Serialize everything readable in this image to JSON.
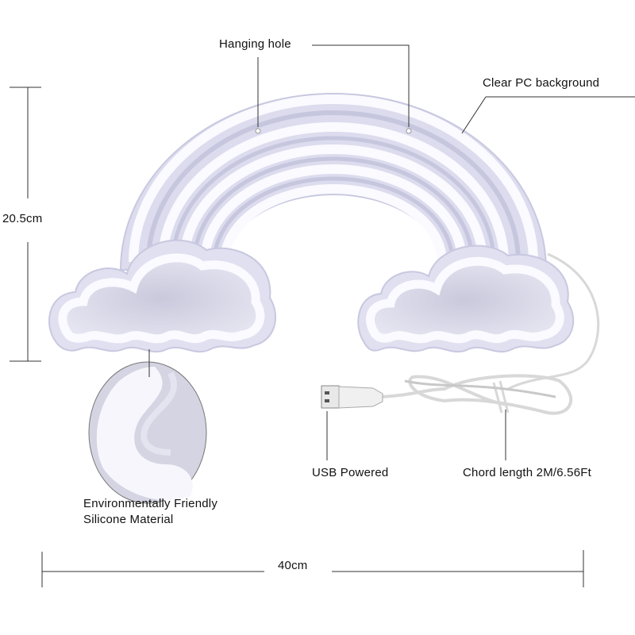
{
  "labels": {
    "hanging_hole": "Hanging hole",
    "clear_pc": "Clear PC background",
    "height": "20.5cm",
    "width": "40cm",
    "usb": "USB Powered",
    "chord": "Chord length 2M/6.56Ft",
    "material_line1": "Environmentally Friendly",
    "material_line2": "Silicone Material"
  },
  "colors": {
    "plate": "#dcdcf0",
    "neon": "#f8f8ff",
    "shadow": "#c4c4dc",
    "line": "#333333"
  }
}
